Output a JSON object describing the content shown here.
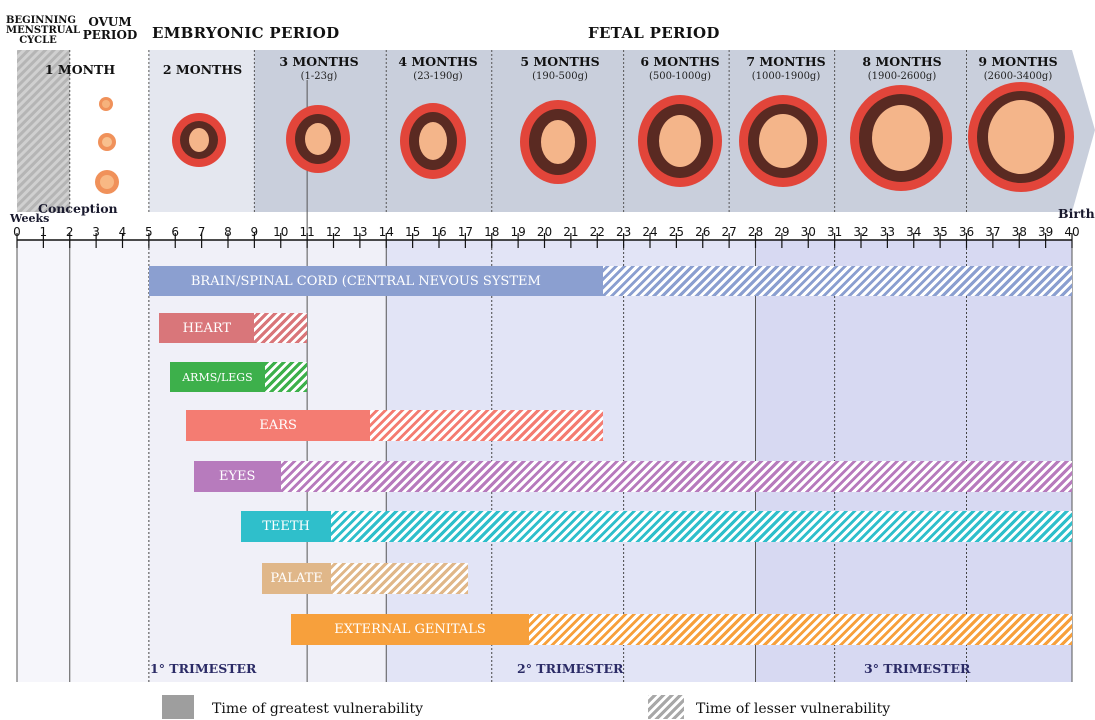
{
  "header": {
    "beginning_cycle": "BEGINNING MENSTRUAL CYCLE",
    "ovum_period": "OVUM PERIOD",
    "embryonic_period": "EMBRYONIC PERIOD",
    "fetal_period": "FETAL PERIOD"
  },
  "months": [
    {
      "label": "1 MONTH",
      "weight": ""
    },
    {
      "label": "2 MONTHS",
      "weight": ""
    },
    {
      "label": "3 MONTHS",
      "weight": "(1-23g)"
    },
    {
      "label": "4 MONTHS",
      "weight": "(23-190g)"
    },
    {
      "label": "5 MONTHS",
      "weight": "(190-500g)"
    },
    {
      "label": "6 MONTHS",
      "weight": "(500-1000g)"
    },
    {
      "label": "7 MONTHS",
      "weight": "(1000-1900g)"
    },
    {
      "label": "8 MONTHS",
      "weight": "(1900-2600g)"
    },
    {
      "label": "9 MONTHS",
      "weight": "(2600-3400g)"
    }
  ],
  "timeline": {
    "weeks_label": "Weeks",
    "conception_label": "Conception",
    "birth_label": "Birth",
    "weeks": [
      "0",
      "1",
      "2",
      "3",
      "4",
      "5",
      "6",
      "7",
      "8",
      "9",
      "10",
      "11",
      "12",
      "13",
      "14",
      "15",
      "16",
      "17",
      "18",
      "19",
      "20",
      "21",
      "22",
      "23",
      "24",
      "25",
      "26",
      "27",
      "28",
      "29",
      "30",
      "31",
      "32",
      "33",
      "34",
      "35",
      "36",
      "37",
      "38",
      "39",
      "40"
    ]
  },
  "organs": [
    {
      "label": "BRAIN/SPINAL CORD (CENTRAL NEVOUS SYSTEM",
      "start": 5,
      "solid_end": 22.2,
      "end": 40,
      "color": "#8b9fd0"
    },
    {
      "label": "HEART",
      "start": 5.4,
      "solid_end": 9,
      "end": 11,
      "color": "#d9767a"
    },
    {
      "label": "ARMS/LEGS",
      "start": 5.8,
      "solid_end": 9.4,
      "end": 11,
      "color": "#3db04b"
    },
    {
      "label": "EARS",
      "start": 6.4,
      "solid_end": 13.4,
      "end": 22.2,
      "color": "#f47c72"
    },
    {
      "label": "EYES",
      "start": 6.7,
      "solid_end": 10,
      "end": 40,
      "color": "#b77bbd"
    },
    {
      "label": "TEETH",
      "start": 8.5,
      "solid_end": 11.9,
      "end": 40,
      "color": "#2fbfcb"
    },
    {
      "label": "PALATE",
      "start": 9.3,
      "solid_end": 11.9,
      "end": 17.1,
      "color": "#e0b789"
    },
    {
      "label": "EXTERNAL GENITALS",
      "start": 10.4,
      "solid_end": 19.4,
      "end": 40,
      "color": "#f7a03c"
    }
  ],
  "trimesters": [
    "1° TRIMESTER",
    "2° TRIMESTER",
    "3° TRIMESTER"
  ],
  "legend": {
    "greatest": "Time of greatest vulnerability",
    "lesser": "Time of lesser vulnerability"
  },
  "colors": {
    "embryo_uterus": "#e2453a",
    "embryo_fetus": "#f4b58a",
    "header_band": "#c9cfdc",
    "trimester_1": "#f0f0f8",
    "trimester_2": "#e2e4f6",
    "trimester_3": "#d7d9f2"
  }
}
